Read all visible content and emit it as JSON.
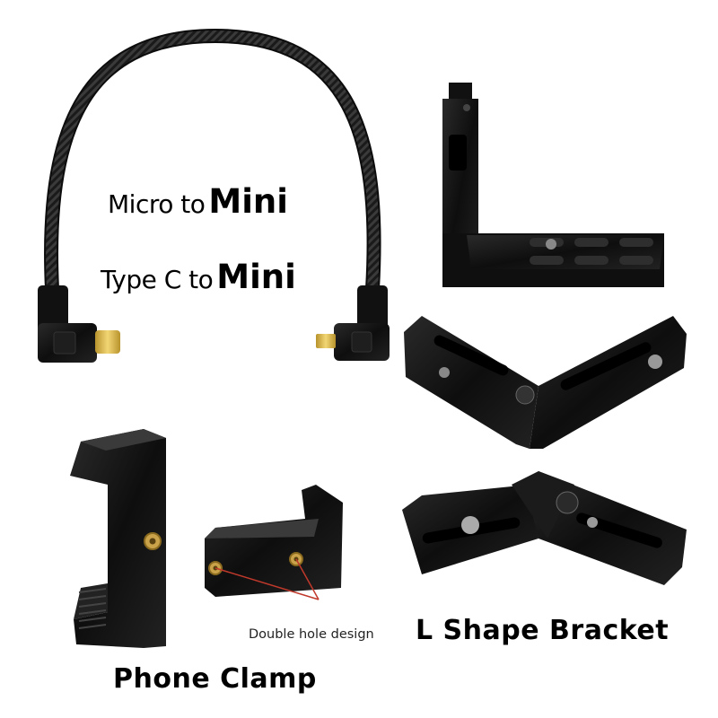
{
  "labels": {
    "cable_line_1": {
      "prefix": "Micro to",
      "emphasis": "Mini"
    },
    "cable_line_2": {
      "prefix": "Type C to",
      "emphasis": "Mini"
    },
    "hole_note": "Double hole design",
    "bracket_title": "L Shape Bracket",
    "clamp_title": "Phone Clamp"
  },
  "products": [
    {
      "name": "braided-usb-cable",
      "icon": "cable-icon"
    },
    {
      "name": "l-bracket",
      "icon": "bracket-icon"
    },
    {
      "name": "phone-clamp",
      "icon": "clamp-icon"
    }
  ],
  "colors": {
    "background": "#ffffff",
    "product_black": "#111111",
    "brass": "#c9a24a",
    "gold_connector": "#d9b63e",
    "pointer_red": "#c0392b"
  }
}
